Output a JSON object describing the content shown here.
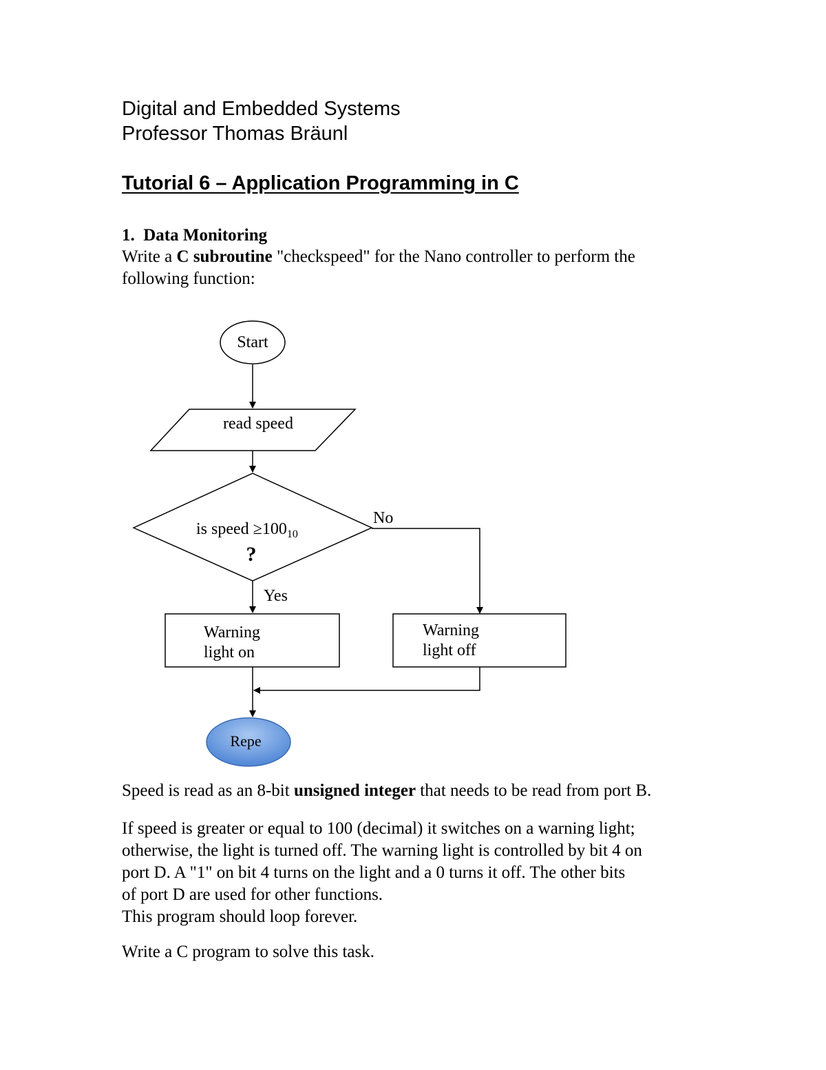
{
  "header": {
    "course_title": "Digital and Embedded Systems",
    "professor": "Professor Thomas Bräunl"
  },
  "tutorial_title": "Tutorial 6 – Application Programming in C",
  "section": {
    "number": "1.",
    "heading": "Data Monitoring",
    "intro": {
      "part1": "Write a ",
      "bold1": "C subroutine",
      "part2": " \"checkspeed\" for the Nano controller to perform the",
      "line2": "following function:"
    }
  },
  "flowchart": {
    "start": "Start",
    "input": "read speed",
    "decision_main": "is speed ≥100",
    "decision_sub": "10",
    "decision_q": "?",
    "yes": "Yes",
    "no": "No",
    "on_line1": "Warning",
    "on_line2": "light on",
    "off_line1": "Warning",
    "off_line2": "light off",
    "end": "Repe"
  },
  "paragraphs": {
    "p1_a": "Speed is read as an 8-bit ",
    "p1_bold": "unsigned integer",
    "p1_b": " that needs to be read from port B.",
    "p2_l1": "If speed is greater or equal to 100 (decimal) it switches on a warning light;",
    "p2_l2": "otherwise, the light is turned off.  The warning light is controlled by bit 4 on",
    "p2_l3": "port D.  A \"1\" on bit 4 turns on the light and a 0 turns it off.  The other bits",
    "p2_l4": "of port D are used for other functions.",
    "p2_l5": "This program should loop forever.",
    "p3": "Write a C program to solve this task."
  },
  "colors": {
    "terminal_fill": "#5b8fd8",
    "terminal_stroke": "#3b6bb5"
  }
}
